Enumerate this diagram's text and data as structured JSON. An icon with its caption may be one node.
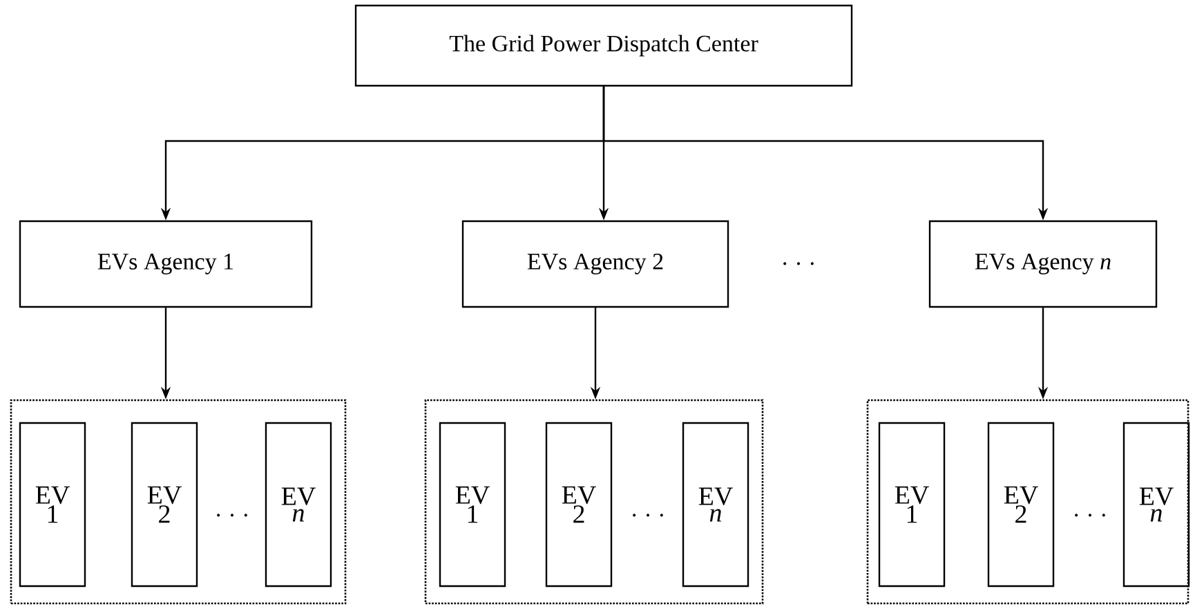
{
  "diagram": {
    "nodes": [
      {
        "text": [
          "The Grid Power Dispatch Center"
        ]
      },
      {
        "text": [
          "EVs Agency 1"
        ]
      },
      {
        "text": [
          "EVs Agency 2"
        ]
      },
      {
        "text": [
          "EVs Agency *n*"
        ]
      },
      {
        "text": [],
        "shape": "box"
      },
      {
        "text": [
          "EV 1"
        ],
        "in": 4
      },
      {
        "text": [
          "EV 2"
        ],
        "in": 4
      },
      {
        "text": [
          "EV *n*"
        ],
        "in": 4
      },
      {
        "text": [],
        "shape": "box"
      },
      {
        "text": [
          "EV 1"
        ],
        "in": 8
      },
      {
        "text": [
          "EV 2"
        ],
        "in": 8
      },
      {
        "text": [
          "EV *n*"
        ],
        "in": 8
      },
      {
        "text": [],
        "shape": "box"
      },
      {
        "text": [
          "EV 1"
        ],
        "in": 12
      },
      {
        "text": [
          "EV 2"
        ],
        "in": 12
      },
      {
        "text": [
          "EV *n*"
        ],
        "in": 12
      }
    ],
    "edges": [
      {
        "from": 0,
        "to": 1,
        "arrow": "to"
      },
      {
        "from": 0,
        "to": 2,
        "arrow": "to"
      },
      {
        "from": 0,
        "to": 3,
        "arrow": "to"
      },
      {
        "from": 1,
        "to": 4,
        "arrow": "to"
      },
      {
        "from": 2,
        "to": 8,
        "arrow": "to"
      },
      {
        "from": 3,
        "to": 12,
        "arrow": "to"
      }
    ],
    "labels": [
      "· · ·",
      "· · ·",
      "· · ·",
      "· · ·"
    ]
  }
}
